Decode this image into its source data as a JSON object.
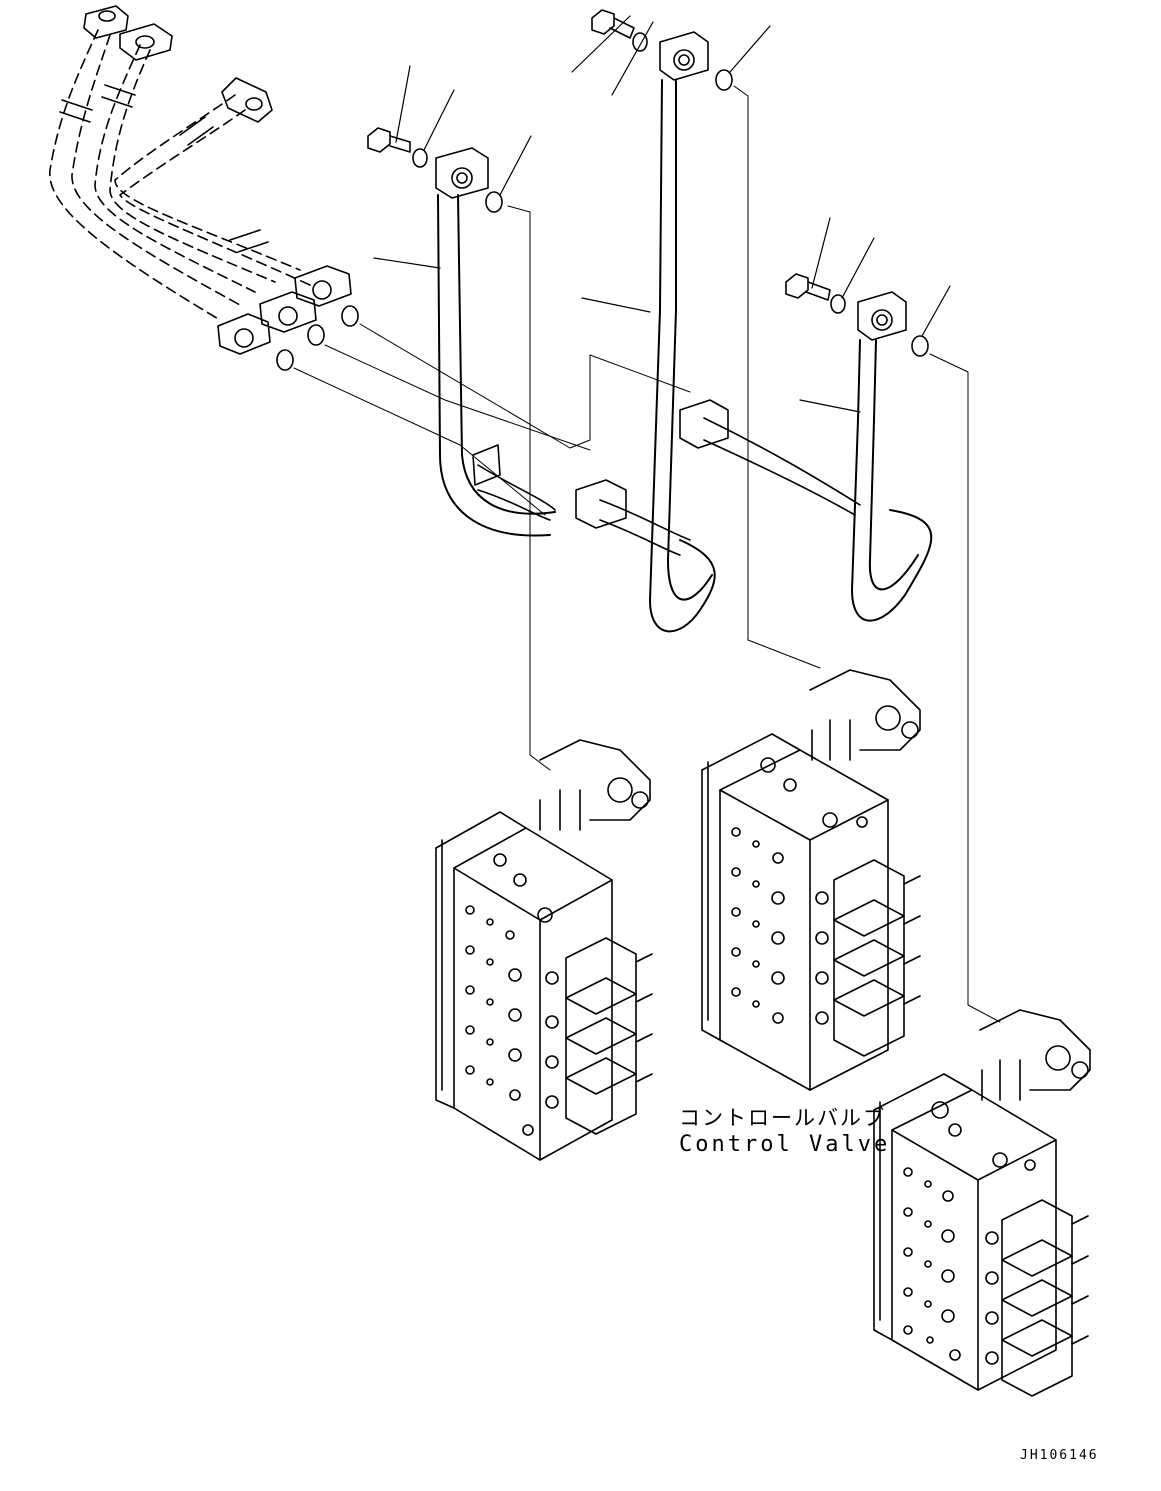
{
  "caption": {
    "japanese": "コントロールバルブ",
    "english": "Control Valve"
  },
  "drawing_id": "JH106146"
}
